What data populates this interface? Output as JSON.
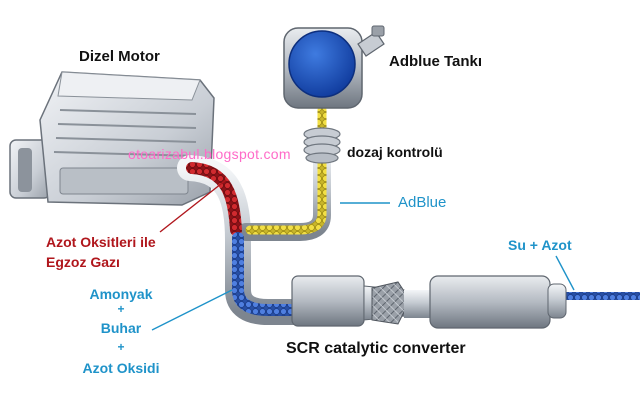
{
  "labels": {
    "engine": "Dizel Motor",
    "tank": "Adblue Tankı",
    "dosing": "dozaj kontrolü",
    "adblue": "AdBlue",
    "exhaust_line1": "Azot Oksitleri ile",
    "exhaust_line2": "Egzoz Gazı",
    "water_n2": "Su + Azot",
    "ammonia": "Amonyak",
    "plus1": "+",
    "steam": "Buhar",
    "plus2": "+",
    "nox": "Azot Oksidi",
    "scr": "SCR catalytic converter"
  },
  "watermark": "otoarizabul.blogspot.com",
  "colors": {
    "exhaust_red": "#b0161c",
    "label_blue": "#1f93c9",
    "adblue_yellow": "#e8d13a",
    "tank_blue": "#1a56c4",
    "watermark_pink": "#ff6bc8"
  }
}
